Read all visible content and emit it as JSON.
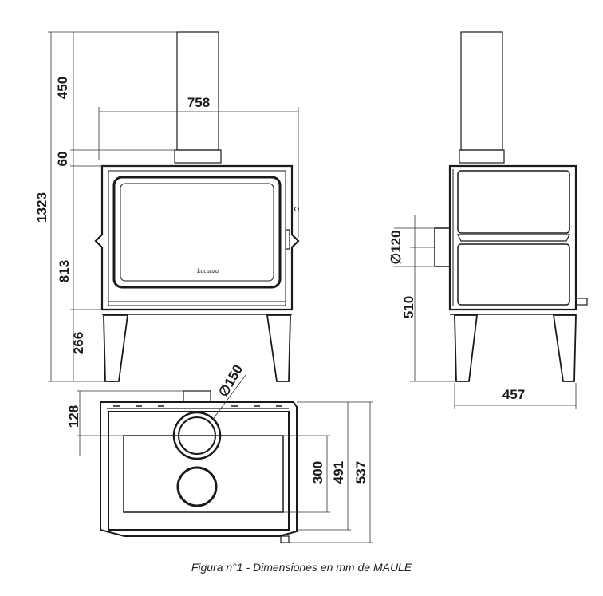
{
  "dimensions": {
    "width_front": "758",
    "flue_height": "450",
    "collar_height": "60",
    "total_height": "1323",
    "body_height": "813",
    "leg_height": "266",
    "side_outlet_diameter": "∅120",
    "side_outlet_height": "510",
    "depth_side": "457",
    "top_outlet_diameter": "∅150",
    "top_offset": "128",
    "top_inner_depth": "300",
    "top_mid_depth": "491",
    "top_total_depth": "537"
  },
  "logo_text": "Lacunza",
  "caption": "Figura n°1 - Dimensiones en mm de MAULE"
}
